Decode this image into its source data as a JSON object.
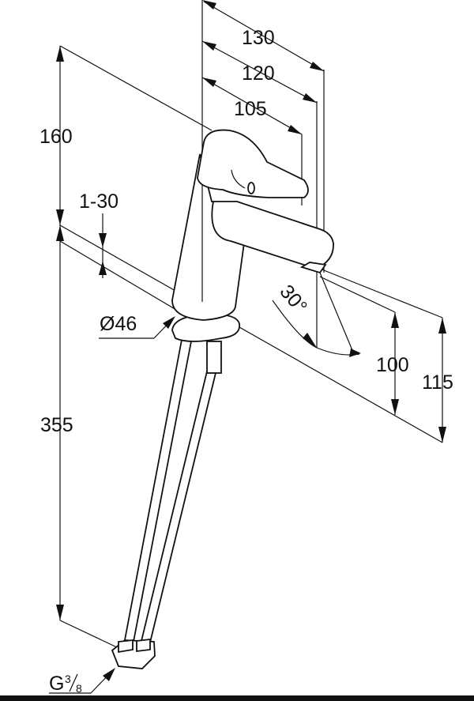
{
  "title": "Faucet dimension drawing",
  "dimensions": {
    "d130": "130",
    "d120": "120",
    "d105": "105",
    "d160": "160",
    "d1_30": "1-30",
    "d355": "355",
    "d46": "Ø46",
    "angle": "30°",
    "d100": "100",
    "d115": "115",
    "thread": "G",
    "thread_num": "3",
    "thread_den": "8"
  }
}
